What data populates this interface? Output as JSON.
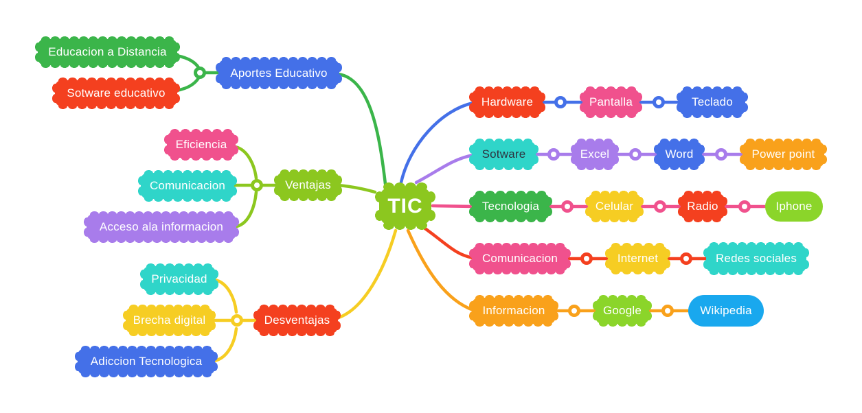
{
  "palette": {
    "green": "#3bb54a",
    "red": "#f4401f",
    "blue": "#4470e8",
    "pink": "#f0518d",
    "turquoise": "#2fd5c9",
    "purple": "#a87ceb",
    "lime": "#8cc71f",
    "lime2": "#8bd52a",
    "yellow": "#f6cd23",
    "orange": "#f9a11b",
    "sky": "#19a8ee",
    "ink": "#2e3440",
    "background": "#ffffff"
  },
  "center": {
    "label": "TIC",
    "color": "lime"
  },
  "left_branches": [
    {
      "label": "Aportes Educativo",
      "color": "blue",
      "line_color": "green",
      "children": [
        {
          "label": "Educacion a Distancia",
          "color": "green"
        },
        {
          "label": "Sotware educativo",
          "color": "red"
        }
      ]
    },
    {
      "label": "Ventajas",
      "color": "lime",
      "line_color": "lime",
      "children": [
        {
          "label": "Eficiencia",
          "color": "pink"
        },
        {
          "label": "Comunicacion",
          "color": "turquoise"
        },
        {
          "label": "Acceso ala informacion",
          "color": "purple"
        }
      ]
    },
    {
      "label": "Desventajas",
      "color": "red",
      "line_color": "yellow",
      "children": [
        {
          "label": "Privacidad",
          "color": "turquoise"
        },
        {
          "label": "Brecha digital",
          "color": "yellow"
        },
        {
          "label": "Adiccion Tecnologica",
          "color": "blue"
        }
      ]
    }
  ],
  "right_branches": [
    {
      "line_color": "blue",
      "chain": [
        {
          "label": "Hardware",
          "color": "red"
        },
        {
          "label": "Pantalla",
          "color": "pink"
        },
        {
          "label": "Teclado",
          "color": "blue"
        }
      ]
    },
    {
      "line_color": "purple",
      "chain": [
        {
          "label": "Sotware",
          "color": "turquoise",
          "text_color": "ink"
        },
        {
          "label": "Excel",
          "color": "purple"
        },
        {
          "label": "Word",
          "color": "blue"
        },
        {
          "label": "Power point",
          "color": "orange"
        }
      ]
    },
    {
      "line_color": "pink",
      "chain": [
        {
          "label": "Tecnologia",
          "color": "green"
        },
        {
          "label": "Celular",
          "color": "yellow"
        },
        {
          "label": "Radio",
          "color": "red"
        },
        {
          "label": "Iphone",
          "color": "lime2",
          "shape": "rounded"
        }
      ]
    },
    {
      "line_color": "red",
      "chain": [
        {
          "label": "Comunicacion",
          "color": "pink"
        },
        {
          "label": "Internet",
          "color": "yellow"
        },
        {
          "label": "Redes sociales",
          "color": "turquoise"
        }
      ]
    },
    {
      "line_color": "orange",
      "chain": [
        {
          "label": "Informacion",
          "color": "orange"
        },
        {
          "label": "Google",
          "color": "lime2"
        },
        {
          "label": "Wikipedia",
          "color": "sky",
          "shape": "rounded"
        }
      ]
    }
  ]
}
